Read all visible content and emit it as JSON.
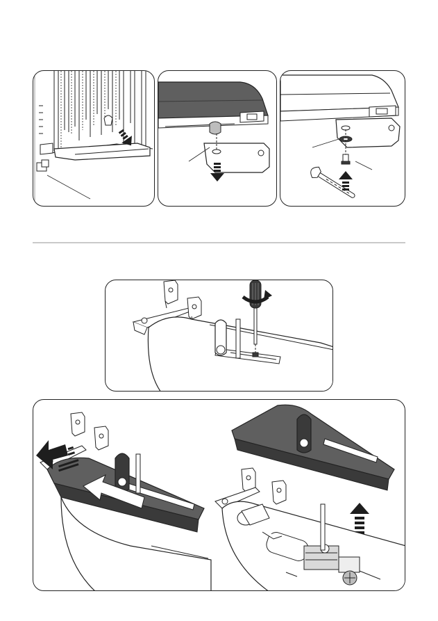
{
  "figure": {
    "panels": [
      {
        "id": "step-1",
        "content": "gate-leaf-lower-bracket"
      },
      {
        "id": "step-2",
        "content": "bracket-pin-removal"
      },
      {
        "id": "step-3",
        "content": "washer-and-screw-fixing"
      },
      {
        "id": "step-4",
        "content": "cover-screw-release"
      },
      {
        "id": "step-5",
        "content": "cover-slide-and-lift-off"
      }
    ],
    "colors": {
      "line": "#222222",
      "cover_fill": "#5f5f5f",
      "cover_dark": "#3a3a3a",
      "arrow_fill": "#1e1e1e",
      "divider": "#c9c9c9",
      "background": "#ffffff"
    },
    "icons": [
      "down-arrow-icon",
      "up-arrow-icon",
      "left-arrow-icon",
      "rotation-icon",
      "wrench-icon",
      "screwdriver-icon",
      "release-key-icon"
    ]
  },
  "page": {
    "number": ""
  }
}
